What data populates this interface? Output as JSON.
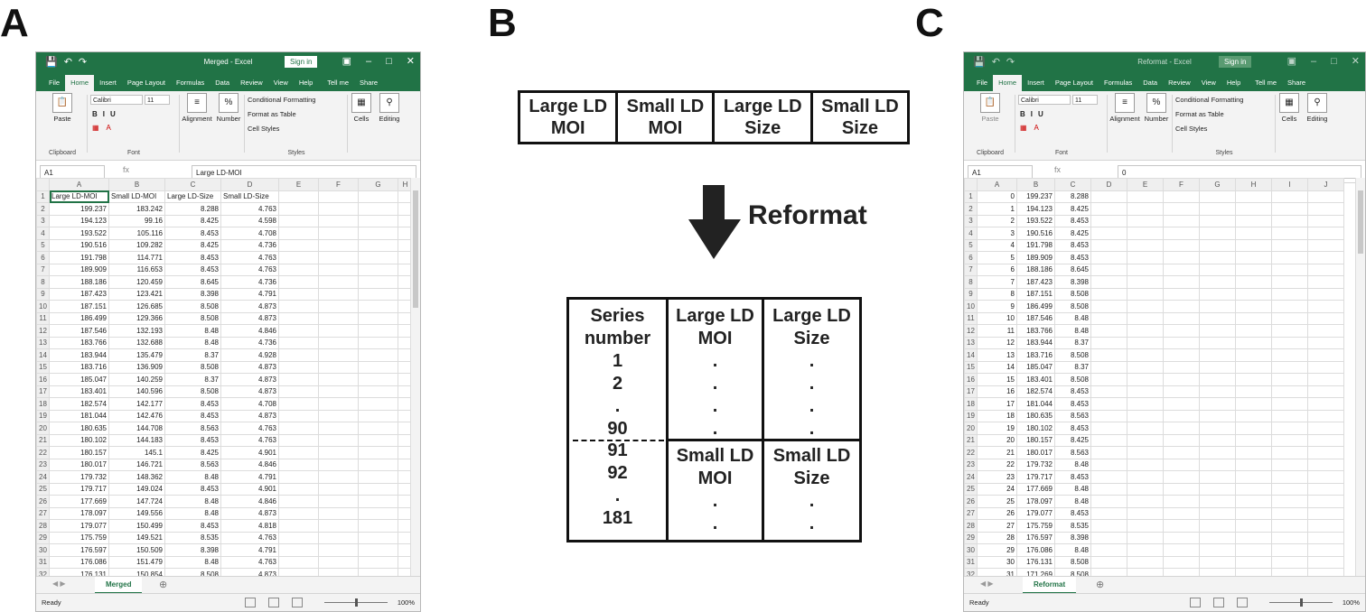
{
  "panels": {
    "a": "A",
    "b": "B",
    "c": "C"
  },
  "common": {
    "file_tabs": [
      "File",
      "Home",
      "Insert",
      "Page Layout",
      "Formulas",
      "Data",
      "Review",
      "View",
      "Help"
    ],
    "tell_me": "Tell me",
    "share": "Share",
    "sign_in": "Sign in",
    "font_name": "Calibri",
    "font_size": "11",
    "paste": "Paste",
    "clipboard": "Clipboard",
    "font_group": "Font",
    "alignment": "Alignment",
    "number": "Number",
    "cond_format": "Conditional Formatting",
    "format_table": "Format as Table",
    "cell_styles": "Cell Styles",
    "styles": "Styles",
    "cells": "Cells",
    "editing": "Editing",
    "name_box": "A1",
    "ready": "Ready",
    "zoom": "100%",
    "fx": "fx"
  },
  "book_a": {
    "title": "Merged - Excel",
    "formula": "Large LD-MOI",
    "sheet_tab": "Merged",
    "columns": [
      "A",
      "B",
      "C",
      "D",
      "E",
      "F",
      "G",
      "H"
    ],
    "header_row": [
      "Large LD-MOI",
      "Small LD-MOI",
      "Large LD-Size",
      "Small LD-Size"
    ],
    "rows": [
      [
        "199.237",
        "183.242",
        "8.288",
        "4.763"
      ],
      [
        "194.123",
        "99.16",
        "8.425",
        "4.598"
      ],
      [
        "193.522",
        "105.116",
        "8.453",
        "4.708"
      ],
      [
        "190.516",
        "109.282",
        "8.425",
        "4.736"
      ],
      [
        "191.798",
        "114.771",
        "8.453",
        "4.763"
      ],
      [
        "189.909",
        "116.653",
        "8.453",
        "4.763"
      ],
      [
        "188.186",
        "120.459",
        "8.645",
        "4.736"
      ],
      [
        "187.423",
        "123.421",
        "8.398",
        "4.791"
      ],
      [
        "187.151",
        "126.685",
        "8.508",
        "4.873"
      ],
      [
        "186.499",
        "129.366",
        "8.508",
        "4.873"
      ],
      [
        "187.546",
        "132.193",
        "8.48",
        "4.846"
      ],
      [
        "183.766",
        "132.688",
        "8.48",
        "4.736"
      ],
      [
        "183.944",
        "135.479",
        "8.37",
        "4.928"
      ],
      [
        "183.716",
        "136.909",
        "8.508",
        "4.873"
      ],
      [
        "185.047",
        "140.259",
        "8.37",
        "4.873"
      ],
      [
        "183.401",
        "140.596",
        "8.508",
        "4.873"
      ],
      [
        "182.574",
        "142.177",
        "8.453",
        "4.708"
      ],
      [
        "181.044",
        "142.476",
        "8.453",
        "4.873"
      ],
      [
        "180.635",
        "144.708",
        "8.563",
        "4.763"
      ],
      [
        "180.102",
        "144.183",
        "8.453",
        "4.763"
      ],
      [
        "180.157",
        "145.1",
        "8.425",
        "4.901"
      ],
      [
        "180.017",
        "146.721",
        "8.563",
        "4.846"
      ],
      [
        "179.732",
        "148.362",
        "8.48",
        "4.791"
      ],
      [
        "179.717",
        "149.024",
        "8.453",
        "4.901"
      ],
      [
        "177.669",
        "147.724",
        "8.48",
        "4.846"
      ],
      [
        "178.097",
        "149.556",
        "8.48",
        "4.873"
      ],
      [
        "179.077",
        "150.499",
        "8.453",
        "4.818"
      ],
      [
        "175.759",
        "149.521",
        "8.535",
        "4.763"
      ],
      [
        "176.597",
        "150.509",
        "8.398",
        "4.791"
      ],
      [
        "176.086",
        "151.479",
        "8.48",
        "4.763"
      ],
      [
        "176.131",
        "150.854",
        "8.508",
        "4.873"
      ]
    ]
  },
  "book_c": {
    "title": "Reformat - Excel",
    "formula": "0",
    "sheet_tab": "Reformat",
    "columns": [
      "A",
      "B",
      "C",
      "D",
      "E",
      "F",
      "G",
      "H",
      "I",
      "J"
    ],
    "rows": [
      [
        "0",
        "199.237",
        "8.288"
      ],
      [
        "1",
        "194.123",
        "8.425"
      ],
      [
        "2",
        "193.522",
        "8.453"
      ],
      [
        "3",
        "190.516",
        "8.425"
      ],
      [
        "4",
        "191.798",
        "8.453"
      ],
      [
        "5",
        "189.909",
        "8.453"
      ],
      [
        "6",
        "188.186",
        "8.645"
      ],
      [
        "7",
        "187.423",
        "8.398"
      ],
      [
        "8",
        "187.151",
        "8.508"
      ],
      [
        "9",
        "186.499",
        "8.508"
      ],
      [
        "10",
        "187.546",
        "8.48"
      ],
      [
        "11",
        "183.766",
        "8.48"
      ],
      [
        "12",
        "183.944",
        "8.37"
      ],
      [
        "13",
        "183.716",
        "8.508"
      ],
      [
        "14",
        "185.047",
        "8.37"
      ],
      [
        "15",
        "183.401",
        "8.508"
      ],
      [
        "16",
        "182.574",
        "8.453"
      ],
      [
        "17",
        "181.044",
        "8.453"
      ],
      [
        "18",
        "180.635",
        "8.563"
      ],
      [
        "19",
        "180.102",
        "8.453"
      ],
      [
        "20",
        "180.157",
        "8.425"
      ],
      [
        "21",
        "180.017",
        "8.563"
      ],
      [
        "22",
        "179.732",
        "8.48"
      ],
      [
        "23",
        "179.717",
        "8.453"
      ],
      [
        "24",
        "177.669",
        "8.48"
      ],
      [
        "25",
        "178.097",
        "8.48"
      ],
      [
        "26",
        "179.077",
        "8.453"
      ],
      [
        "27",
        "175.759",
        "8.535"
      ],
      [
        "28",
        "176.597",
        "8.398"
      ],
      [
        "29",
        "176.086",
        "8.48"
      ],
      [
        "30",
        "176.131",
        "8.508"
      ],
      [
        "31",
        "171.269",
        "8.508"
      ]
    ]
  },
  "diagram": {
    "top_headers": [
      "Large LD\nMOI",
      "Small LD\nMOI",
      "Large LD\nSize",
      "Small LD\nSize"
    ],
    "arrow_label": "Reformat",
    "series_header": "Series\nnumber",
    "series_top": "1\n2\n.\n90",
    "series_bottom": "91\n92\n.\n181",
    "q_lmoi": "Large LD\nMOI",
    "q_lsize": "Large LD\nSize",
    "q_smoi": "Small LD\nMOI",
    "q_ssize": "Small LD\nSize",
    "dots4": ".\n.\n.\n.",
    "dots2": ".\n."
  }
}
